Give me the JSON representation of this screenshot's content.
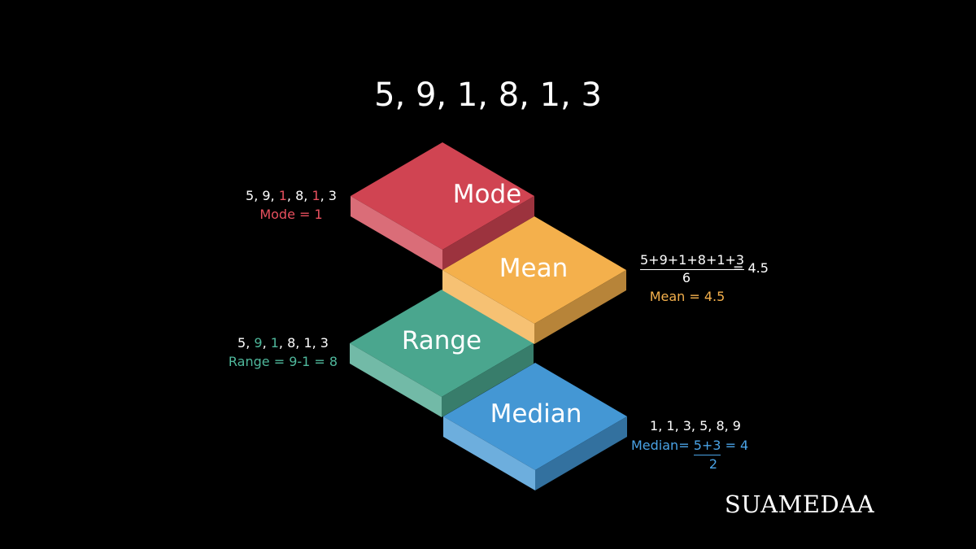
{
  "title": "5, 9, 1, 8, 1, 3",
  "colors": {
    "mode": "#d04452",
    "mean": "#f4b04c",
    "range": "#4aa68e",
    "median": "#4497d4"
  },
  "blocks": {
    "mode": "Mode",
    "mean": "Mean",
    "range": "Range",
    "median": "Median"
  },
  "mode": {
    "sequence": [
      {
        "t": "5, 9, "
      },
      {
        "t": "1",
        "hl": true
      },
      {
        "t": ", 8, "
      },
      {
        "t": "1",
        "hl": true
      },
      {
        "t": ", 3"
      }
    ],
    "result": "Mode = 1"
  },
  "mean": {
    "numerator": "5+9+1+8+1+3",
    "denominator": "6",
    "equals": "= 4.5",
    "result": "Mean = 4.5"
  },
  "range": {
    "sequence": [
      {
        "t": "5, "
      },
      {
        "t": "9",
        "hl": true
      },
      {
        "t": ", "
      },
      {
        "t": "1",
        "hl": true
      },
      {
        "t": ", 8, 1, 3"
      }
    ],
    "result": "Range = 9-1 = 8"
  },
  "median": {
    "sorted": "1, 1, 3, 5, 8, 9",
    "label": "Median=",
    "numerator": "5+3",
    "equals": "= 4",
    "denominator": "2"
  },
  "logo": "SUAMEDAA"
}
